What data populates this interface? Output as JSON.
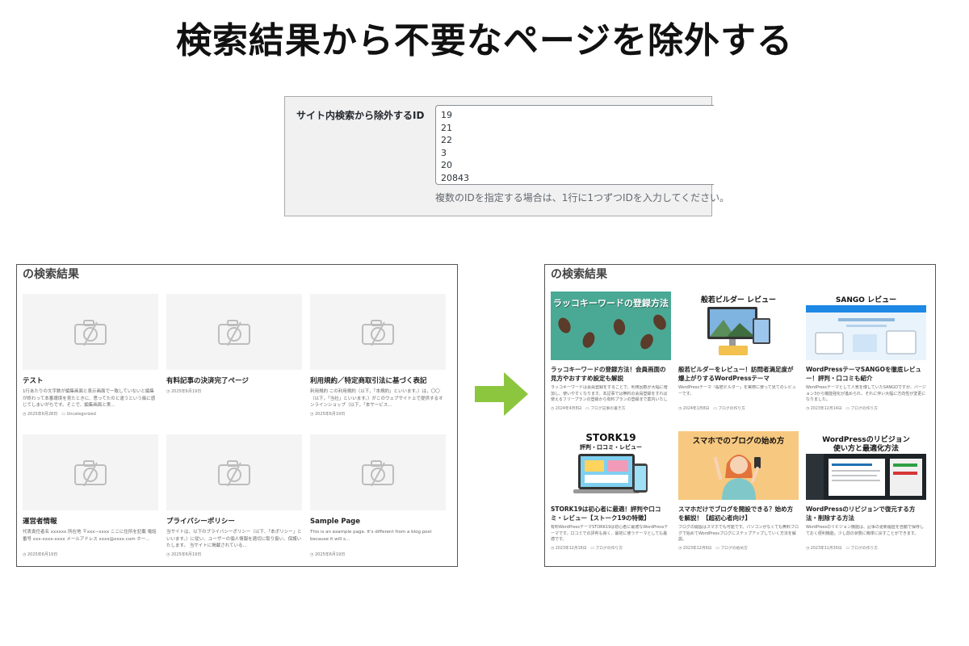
{
  "title": "検索結果から不要なページを除外する",
  "settings": {
    "label": "サイト内検索から除外するID",
    "ids": [
      "19",
      "21",
      "22",
      "3",
      "20",
      "20843"
    ],
    "help": "複数のIDを指定する場合は、1行に1つずつIDを入力してください。"
  },
  "before": {
    "heading": "の検索結果",
    "cards": [
      {
        "title": "テスト",
        "excerpt": "1行あたりの文字数が編集画面と表示画面で一致していないと編集が終わって本番環境を見たときに、思ってたのと違うという風に感じてしまいがちです。そこで、編集画面と実...",
        "date": "2025年6月28日",
        "category": "Uncategorized"
      },
      {
        "title": "有料記事の決済完了ページ",
        "excerpt": "",
        "date": "2025年6月19日",
        "category": ""
      },
      {
        "title": "利用規約／特定商取引法に基づく表記",
        "excerpt": "利用規約 この利用規約（以下，「本規約」といいます。）は，〇〇（以下，「当社」といいます。）がこのウェブサイト上で提供するオンラインショップ（以下，「本サービス...",
        "date": "2025年6月19日",
        "category": ""
      },
      {
        "title": "運営者情報",
        "excerpt": "代表責任者名 xxxxxx 所在地 〒xxx−xxxx ここに住所を記載 電話番号 xxx-xxxx-xxxx メールアドレス xxxx@xxxx.com ホー...",
        "date": "2025年6月19日",
        "category": ""
      },
      {
        "title": "プライバシーポリシー",
        "excerpt": "当サイトは、以下のプライバシーポリシー（以下、「本ポリシー」といいます。）に従い、ユーザーの個人情報を適切に取り扱い、保護いたします。 当サイトに掲載されている...",
        "date": "2025年6月19日",
        "category": ""
      },
      {
        "title": "Sample Page",
        "excerpt": "This is an example page. It's different from a blog post because it will s...",
        "date": "2025年6月19日",
        "category": ""
      }
    ]
  },
  "after": {
    "heading": "の検索結果",
    "cards": [
      {
        "thumb_text": "ラッコキーワードの登録方法",
        "thumb_sub": "",
        "title": "ラッコキーワードの登録方法！会員画面の見方やおすすめ設定も解説",
        "excerpt": "ラッコキーワードは会員登録をすることで、利用回数が大幅に増加し、使いやすくなります。本記事では無料の会員登録をすれば使えるフリープランの登録から有料プランの登録まで案内いたします。",
        "date": "2024年4月8日",
        "category": "ブログ記事の書き方"
      },
      {
        "thumb_text": "般若ビルダー レビュー",
        "thumb_sub": "",
        "title": "般若ビルダーをレビュー！訪問者満足度が爆上がりするWordPressテーマ",
        "excerpt": "WordPressテーマ「般若ビルダー」を実際に使って見てのレビューです。",
        "date": "2024年1月8日",
        "category": "ブログの作り方"
      },
      {
        "thumb_text": "SANGO レビュー",
        "thumb_sub": "",
        "title": "WordPressテーマSANGOを徹底レビュー！評判・口コミも紹介",
        "excerpt": "WordPressテーマとして人気を博していたSANGOですが、バージョン3から機能強化が進められ、それに伴い大幅に方向性が変更になりました。",
        "date": "2023年12月14日",
        "category": "ブログの作り方"
      },
      {
        "thumb_text": "STORK19",
        "thumb_sub": "評判・口コミ・レビュー",
        "title": "STORK19は初心者に最適！評判や口コミ・レビュー【ストーク19の特徴】",
        "excerpt": "有料WordPressテーマSTORK19は初心者に最適なWordPressテーマです。口コミでの評判も良く、最初に使うテーマとしても最適です。",
        "date": "2023年12月16日",
        "category": "ブログの作り方"
      },
      {
        "thumb_text": "スマホでのブログの始め方",
        "thumb_sub": "",
        "title": "スマホだけでブログを開設できる？始め方を解説！【超初心者向け】",
        "excerpt": "ブログの開設はスマホでも可能です。パソコンがなくても無料ブログで始めてWordPressブログにステップアップしていく方法を解説。",
        "date": "2023年12月6日",
        "category": "ブログの始め方"
      },
      {
        "thumb_text": "WordPressのリビジョン",
        "thumb_sub": "使い方と最適化方法",
        "title": "WordPressのリビジョンで復元する方法・削除する方法",
        "excerpt": "WordPressのリビジョン機能は、記事の更新履歴を自動で保存しておく便利機能。少し前の状態に簡単に戻すことができます。",
        "date": "2023年11月30日",
        "category": "ブログの作り方"
      }
    ]
  }
}
